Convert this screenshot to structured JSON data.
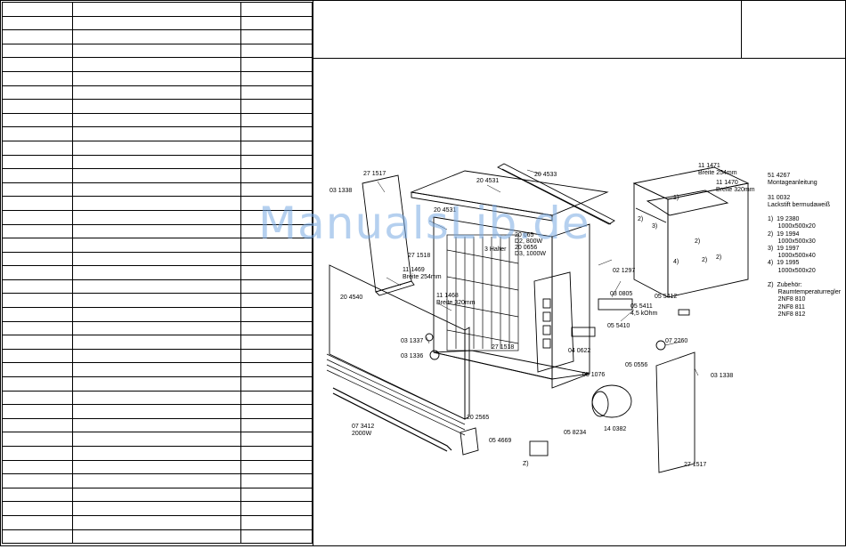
{
  "drawing": {
    "part_labels": [
      {
        "id": "p1",
        "text": "27 1517"
      },
      {
        "id": "p2",
        "text": "03 1338"
      },
      {
        "id": "p3",
        "text": "20 4531"
      },
      {
        "id": "p4",
        "text": "20 4533"
      },
      {
        "id": "p5",
        "text": "20 4531"
      },
      {
        "id": "p6",
        "text": "27 1518"
      },
      {
        "id": "p7",
        "text": "11 1469"
      },
      {
        "id": "p8",
        "text": "Breite 254mm"
      },
      {
        "id": "p9",
        "text": "20 4540"
      },
      {
        "id": "p10",
        "text": "11 1468"
      },
      {
        "id": "p11",
        "text": "Breite 320mm"
      },
      {
        "id": "p12",
        "text": "20 065"
      },
      {
        "id": "p13",
        "text": "D2, 800W"
      },
      {
        "id": "p14",
        "text": "20 0656"
      },
      {
        "id": "p15",
        "text": "D3, 1000W"
      },
      {
        "id": "p16",
        "text": "3 Halter"
      },
      {
        "id": "p17",
        "text": "02 1297"
      },
      {
        "id": "p18",
        "text": "03 0805"
      },
      {
        "id": "p19",
        "text": "05 5412"
      },
      {
        "id": "p20",
        "text": "05 5411"
      },
      {
        "id": "p21",
        "text": "4,5 kOhm"
      },
      {
        "id": "p22",
        "text": "05 5410"
      },
      {
        "id": "p23",
        "text": "27 1518"
      },
      {
        "id": "p24",
        "text": "03 1337"
      },
      {
        "id": "p25",
        "text": "03 1336"
      },
      {
        "id": "p26",
        "text": "04 0622"
      },
      {
        "id": "p27",
        "text": "07 2260"
      },
      {
        "id": "p28",
        "text": "05 1076"
      },
      {
        "id": "p29",
        "text": "05 0556"
      },
      {
        "id": "p30",
        "text": "03 1338"
      },
      {
        "id": "p31",
        "text": "20 2565"
      },
      {
        "id": "p32",
        "text": "07 3412"
      },
      {
        "id": "p33",
        "text": "2000W"
      },
      {
        "id": "p34",
        "text": "05 4669"
      },
      {
        "id": "p35",
        "text": "05 8234"
      },
      {
        "id": "p36",
        "text": "14 0382"
      },
      {
        "id": "p37",
        "text": "27 1517"
      },
      {
        "id": "p38",
        "text": "Z)"
      },
      {
        "id": "p39",
        "text": "11 1471"
      },
      {
        "id": "p40",
        "text": "Breite 254mm"
      },
      {
        "id": "p41",
        "text": "11 1470"
      },
      {
        "id": "p42",
        "text": "Breite 320mm"
      }
    ],
    "box_markers": [
      "1)",
      "2)",
      "3)",
      "2)",
      "4)",
      "2)",
      "2)"
    ]
  },
  "legend": [
    "51 4267",
    "Montageanleitung",
    "",
    "31 0032",
    "Lackstift bermudaweiß",
    "",
    "1)  19 2380",
    "      1000x500x20",
    "2)  19 1994",
    "      1000x500x30",
    "3)  19 1997",
    "      1000x500x40",
    "4)  19 1995",
    "      1000x500x20",
    "",
    "Z)  Zubehör:",
    "      Raumtemperaturregler",
    "      2NF8 810",
    "      2NF8 811",
    "      2NF8 812"
  ],
  "watermark": "ManualsLib.de"
}
